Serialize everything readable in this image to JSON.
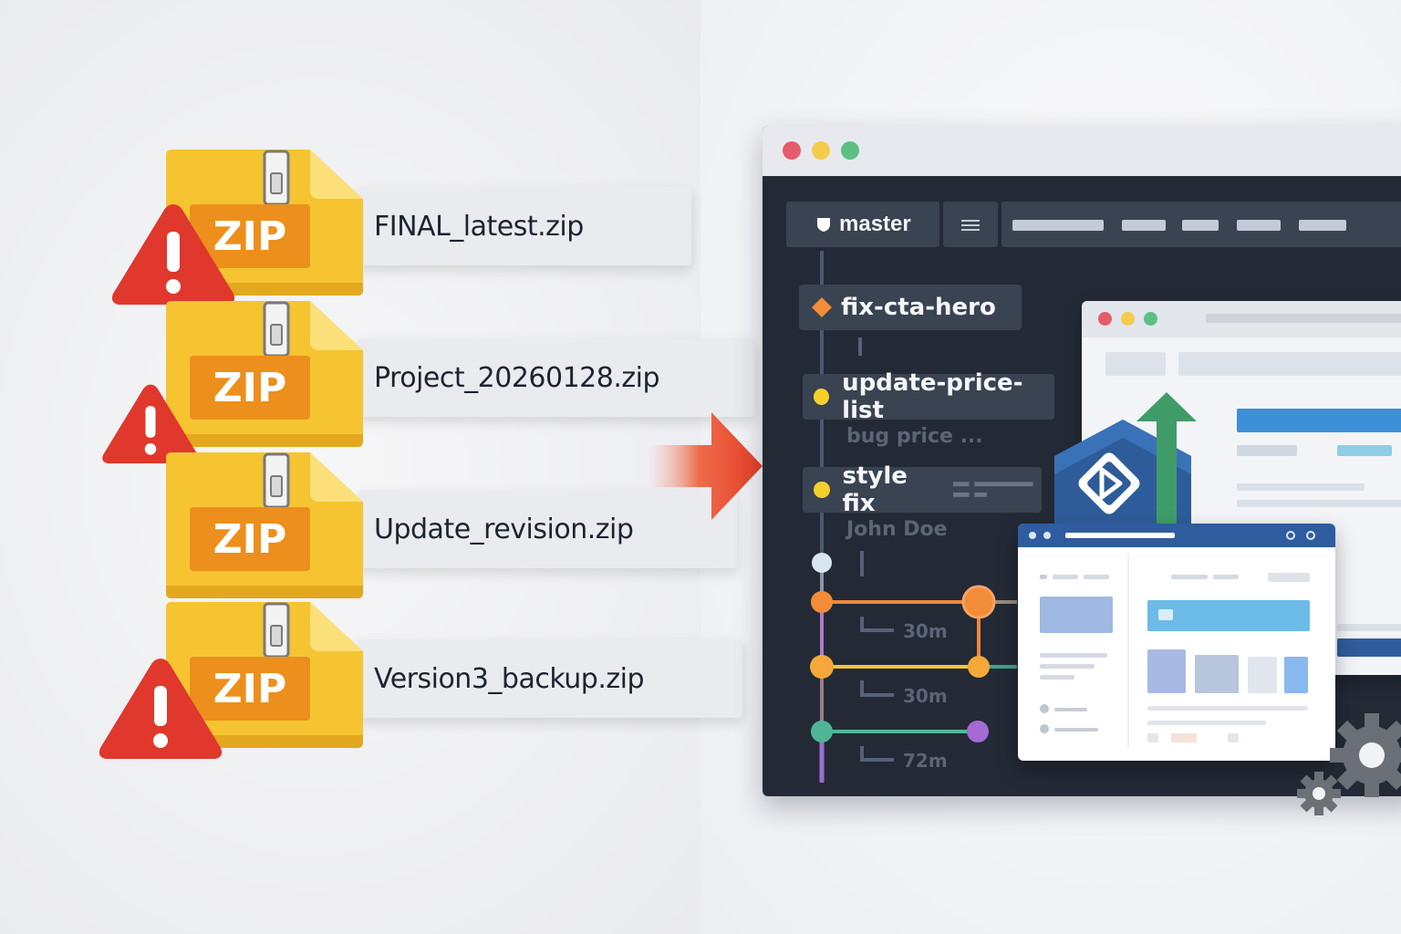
{
  "zip_files": [
    {
      "icon_text": "ZIP",
      "filename": "FINAL_latest.zip"
    },
    {
      "icon_text": "ZIP",
      "filename": "Project_20260128.zip"
    },
    {
      "icon_text": "ZIP",
      "filename": "Update_revision.zip"
    },
    {
      "icon_text": "ZIP",
      "filename": "Version3_backup.zip"
    }
  ],
  "git": {
    "branch": "master",
    "commits": [
      {
        "label": "fix-cta-hero",
        "color": "#f28c38"
      },
      {
        "label": "update-price-list",
        "color": "#f5d02b"
      },
      {
        "label": "style fix",
        "color": "#f5d02b"
      }
    ],
    "faded_text": {
      "message": "bug price ...",
      "author": "John Doe",
      "times": [
        "30m",
        "30m",
        "72m"
      ]
    }
  },
  "colors": {
    "zip_yellow": "#f6c431",
    "zip_orange": "#ec8f1c",
    "warning_red": "#e0382d",
    "arrow_red": "#e74c2e",
    "git_bg": "#232a36",
    "green_arrow": "#3f9c68",
    "hex_blue": "#2e5c9a"
  },
  "icons": [
    "zip-folder-icon",
    "warning-icon",
    "arrow-right-icon",
    "branch-icon",
    "menu-icon",
    "git-tag-icon",
    "upload-arrow-icon",
    "gear-icon"
  ]
}
